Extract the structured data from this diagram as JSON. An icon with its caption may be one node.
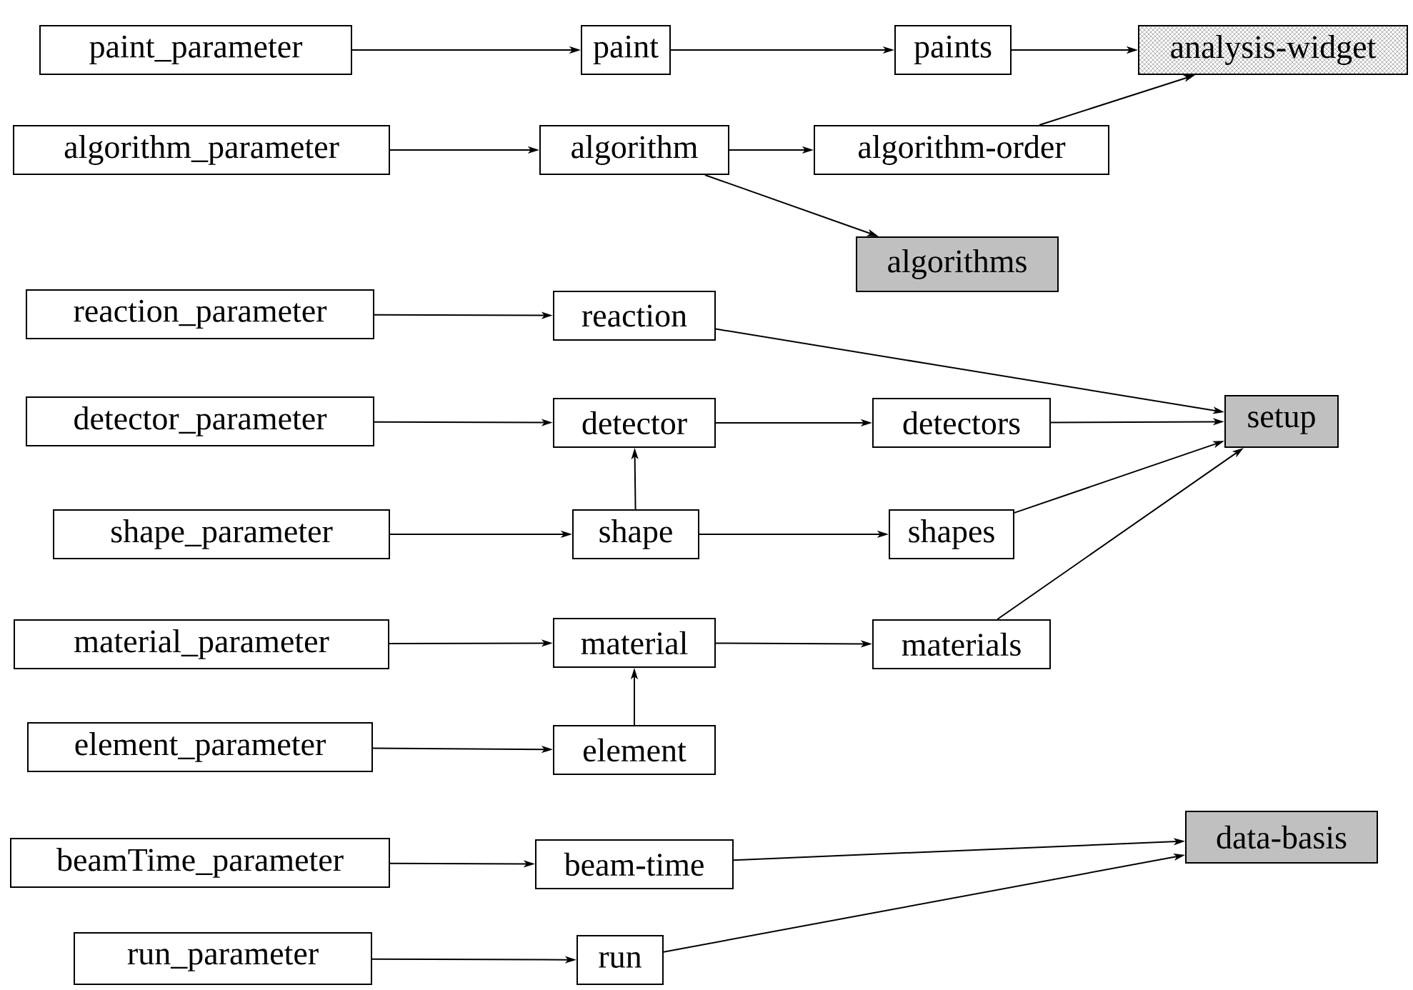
{
  "diagram": {
    "nodes": [
      {
        "text": [
          "paint_parameter"
        ]
      },
      {
        "text": [
          "paint"
        ]
      },
      {
        "text": [
          "paints"
        ]
      },
      {
        "text": [
          "analysis-widget"
        ]
      },
      {
        "text": [
          "algorithm_parameter"
        ]
      },
      {
        "text": [
          "algorithm"
        ]
      },
      {
        "text": [
          "algorithm-order"
        ]
      },
      {
        "text": [
          "algorithms"
        ]
      },
      {
        "text": [
          "reaction_parameter"
        ]
      },
      {
        "text": [
          "reaction"
        ]
      },
      {
        "text": [
          "setup"
        ]
      },
      {
        "text": [
          "detector_parameter"
        ]
      },
      {
        "text": [
          "detector"
        ]
      },
      {
        "text": [
          "detectors"
        ]
      },
      {
        "text": [
          "shape_parameter"
        ]
      },
      {
        "text": [
          "shape"
        ]
      },
      {
        "text": [
          "shapes"
        ]
      },
      {
        "text": [
          "material_parameter"
        ]
      },
      {
        "text": [
          "material"
        ]
      },
      {
        "text": [
          "materials"
        ]
      },
      {
        "text": [
          "element_parameter"
        ]
      },
      {
        "text": [
          "element"
        ]
      },
      {
        "text": [
          "beamTime_parameter"
        ]
      },
      {
        "text": [
          "beam-time"
        ]
      },
      {
        "text": [
          "data-basis"
        ]
      },
      {
        "text": [
          "run_parameter"
        ]
      },
      {
        "text": [
          "run"
        ]
      }
    ],
    "edges": [
      {
        "from": 0,
        "to": 1,
        "arrow": "to"
      },
      {
        "from": 1,
        "to": 2,
        "arrow": "to"
      },
      {
        "from": 2,
        "to": 3,
        "arrow": "to"
      },
      {
        "from": 6,
        "to": 3,
        "arrow": "to"
      },
      {
        "from": 4,
        "to": 5,
        "arrow": "to"
      },
      {
        "from": 5,
        "to": 6,
        "arrow": "to"
      },
      {
        "from": 5,
        "to": 7,
        "arrow": "to"
      },
      {
        "from": 8,
        "to": 9,
        "arrow": "to"
      },
      {
        "from": 9,
        "to": 10,
        "arrow": "to"
      },
      {
        "from": 11,
        "to": 12,
        "arrow": "to"
      },
      {
        "from": 12,
        "to": 13,
        "arrow": "to"
      },
      {
        "from": 13,
        "to": 10,
        "arrow": "to"
      },
      {
        "from": 14,
        "to": 15,
        "arrow": "to"
      },
      {
        "from": 15,
        "to": 12,
        "arrow": "to"
      },
      {
        "from": 15,
        "to": 16,
        "arrow": "to"
      },
      {
        "from": 16,
        "to": 10,
        "arrow": "to"
      },
      {
        "from": 17,
        "to": 18,
        "arrow": "to"
      },
      {
        "from": 18,
        "to": 19,
        "arrow": "to"
      },
      {
        "from": 19,
        "to": 10,
        "arrow": "to"
      },
      {
        "from": 20,
        "to": 21,
        "arrow": "to"
      },
      {
        "from": 21,
        "to": 18,
        "arrow": "to"
      },
      {
        "from": 22,
        "to": 23,
        "arrow": "to"
      },
      {
        "from": 23,
        "to": 24,
        "arrow": "to"
      },
      {
        "from": 25,
        "to": 26,
        "arrow": "to"
      },
      {
        "from": 26,
        "to": 24,
        "arrow": "to"
      }
    ]
  }
}
